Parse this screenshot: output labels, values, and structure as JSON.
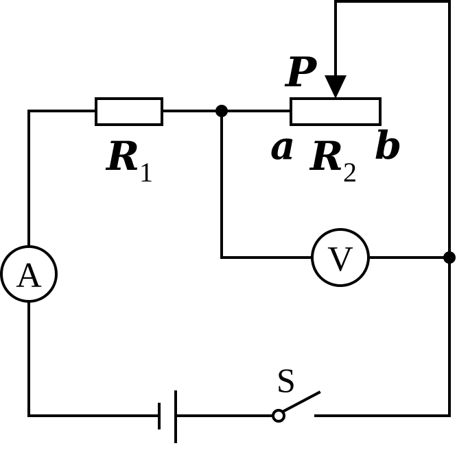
{
  "labels": {
    "r1_symbol": "R",
    "r1_subscript": "1",
    "r2_symbol": "R",
    "r2_subscript": "2",
    "slider": "P",
    "terminal_a": "a",
    "terminal_b": "b",
    "voltmeter": "V",
    "ammeter": "A",
    "switch": "S"
  }
}
